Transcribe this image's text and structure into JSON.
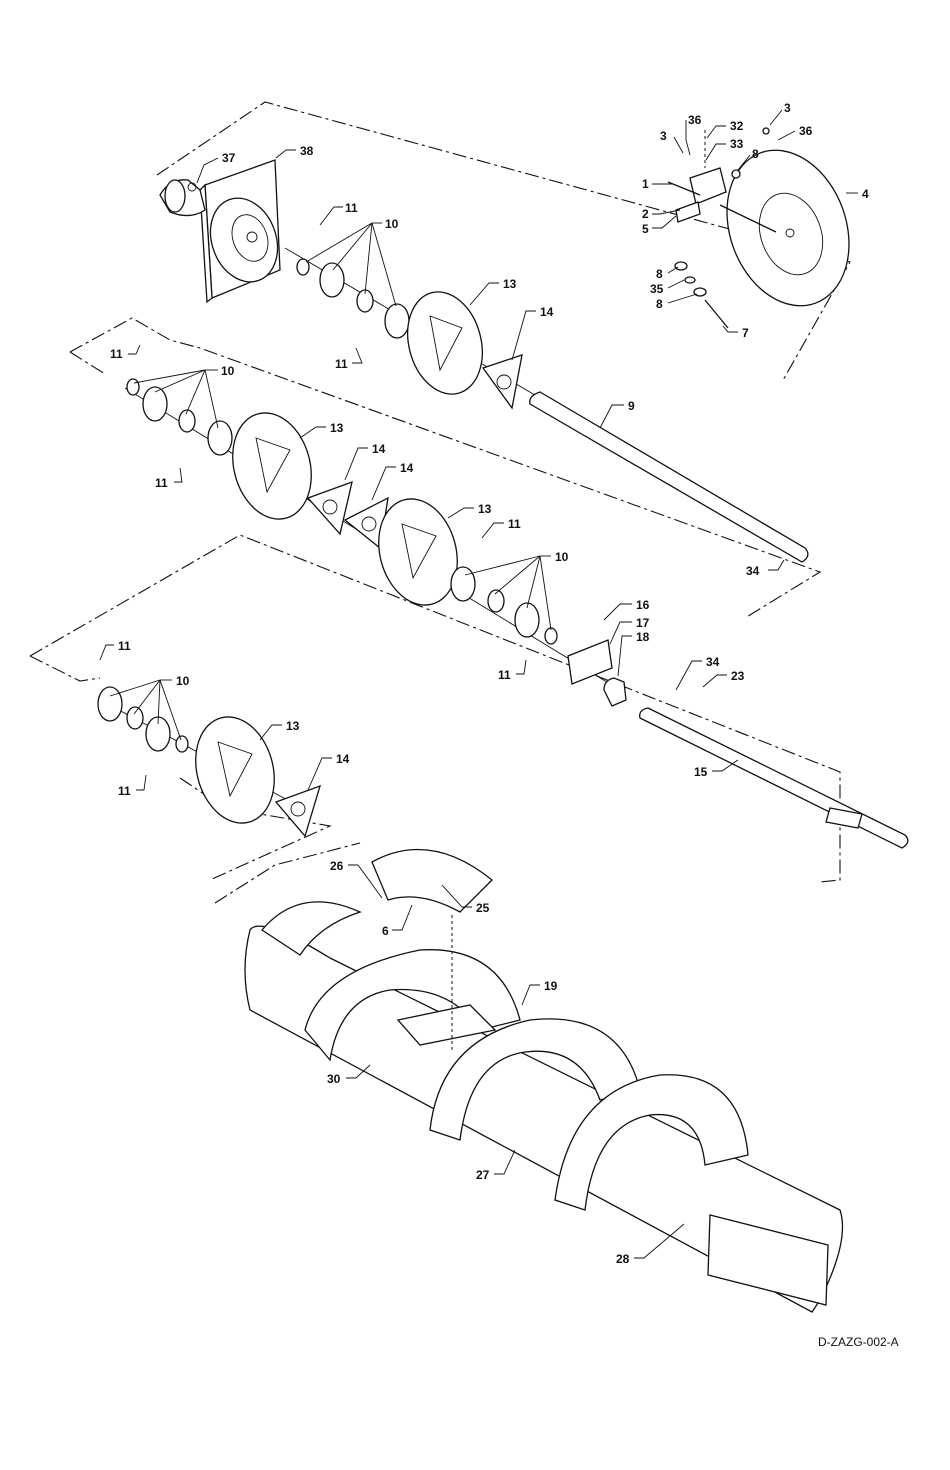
{
  "drawing": {
    "code": "D-ZAZG-002-A"
  },
  "callouts": [
    "37",
    "38",
    "11",
    "10",
    "3",
    "36",
    "32",
    "33",
    "8",
    "1",
    "2",
    "5",
    "3",
    "36",
    "4",
    "8",
    "35",
    "8",
    "7",
    "13",
    "14",
    "9",
    "11",
    "11",
    "10",
    "13",
    "14",
    "14",
    "11",
    "13",
    "11",
    "10",
    "34",
    "16",
    "17",
    "18",
    "11",
    "34",
    "23",
    "11",
    "10",
    "13",
    "14",
    "11",
    "15",
    "26",
    "25",
    "6",
    "19",
    "30",
    "27",
    "28"
  ]
}
